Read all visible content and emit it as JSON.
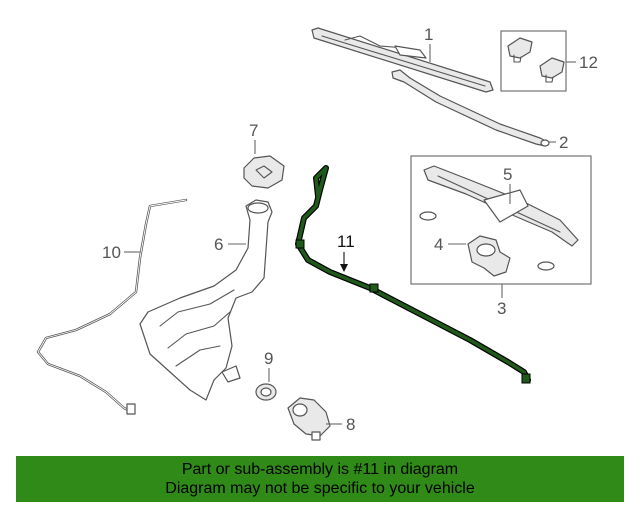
{
  "callouts": {
    "c1": "1",
    "c2": "2",
    "c3": "3",
    "c4": "4",
    "c5": "5",
    "c6": "6",
    "c7": "7",
    "c8": "8",
    "c9": "9",
    "c10": "10",
    "c11": "11",
    "c12": "12"
  },
  "colors": {
    "highlight_hose": "#1f5a1a",
    "banner_background": "#2f8a18",
    "part_stroke": "#555555"
  },
  "banner": {
    "line1": "Part or sub-assembly is #11 in diagram",
    "line2": "Diagram may not be specific to your vehicle"
  }
}
